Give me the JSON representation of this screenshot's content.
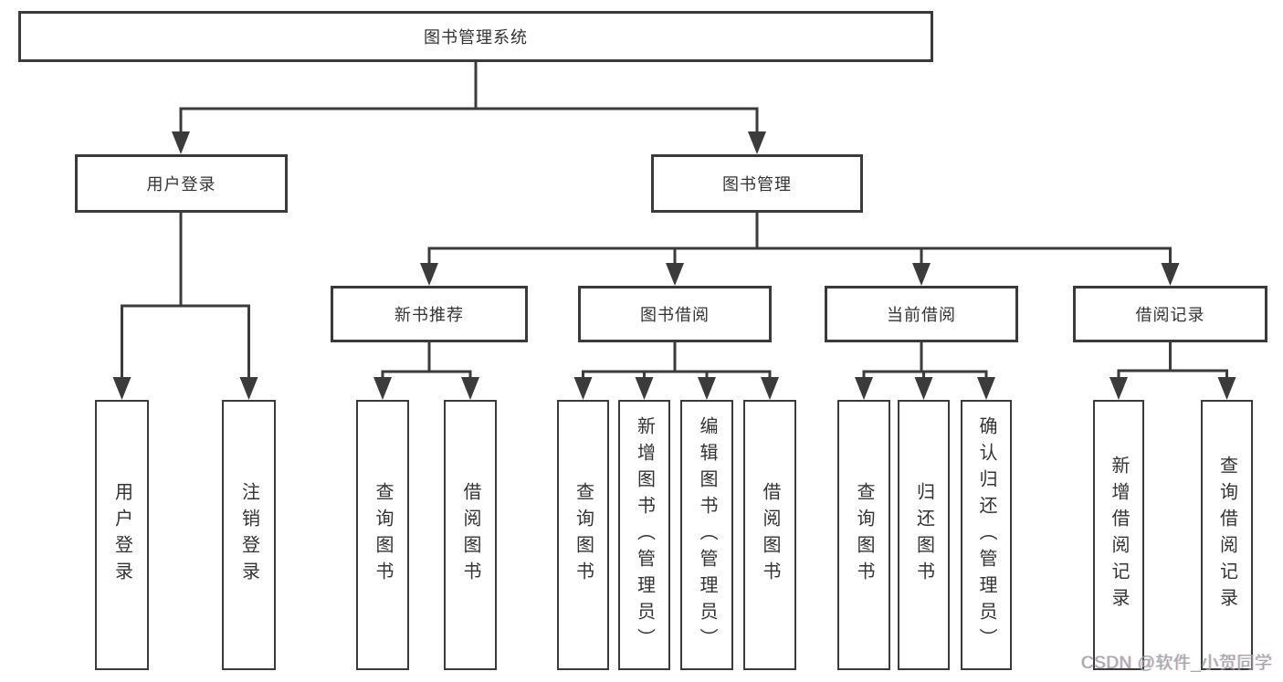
{
  "diagram": {
    "root": {
      "label": "图书管理系统"
    },
    "level2": {
      "user_login": {
        "label": "用户登录"
      },
      "book_mgmt": {
        "label": "图书管理"
      }
    },
    "level3": {
      "new_book_rec": {
        "label": "新书推荐"
      },
      "book_borrow": {
        "label": "图书借阅"
      },
      "current_borrow": {
        "label": "当前借阅"
      },
      "borrow_records": {
        "label": "借阅记录"
      }
    },
    "level4": {
      "login": {
        "label": "用户登录"
      },
      "logout": {
        "label": "注销登录"
      },
      "rec_query_books": {
        "label": "查询图书"
      },
      "rec_borrow_books": {
        "label": "借阅图书"
      },
      "bb_query_books": {
        "label": "查询图书"
      },
      "bb_add_books": {
        "label": "新增图书（管理员）"
      },
      "bb_edit_books": {
        "label": "编辑图书（管理员）"
      },
      "bb_borrow_books": {
        "label": "借阅图书"
      },
      "cb_query_books": {
        "label": "查询图书"
      },
      "cb_return_books": {
        "label": "归还图书"
      },
      "cb_confirm_return": {
        "label": "确认归还（管理员）"
      },
      "br_add_record": {
        "label": "新增借阅记录"
      },
      "br_query_record": {
        "label": "查询借阅记录"
      }
    },
    "hierarchy": [
      {
        "parent": "图书管理系统",
        "children": [
          "用户登录",
          "图书管理"
        ]
      },
      {
        "parent": "用户登录",
        "children": [
          "用户登录",
          "注销登录"
        ]
      },
      {
        "parent": "图书管理",
        "children": [
          "新书推荐",
          "图书借阅",
          "当前借阅",
          "借阅记录"
        ]
      },
      {
        "parent": "新书推荐",
        "children": [
          "查询图书",
          "借阅图书"
        ]
      },
      {
        "parent": "图书借阅",
        "children": [
          "查询图书",
          "新增图书（管理员）",
          "编辑图书（管理员）",
          "借阅图书"
        ]
      },
      {
        "parent": "当前借阅",
        "children": [
          "查询图书",
          "归还图书",
          "确认归还（管理员）"
        ]
      },
      {
        "parent": "借阅记录",
        "children": [
          "新增借阅记录",
          "查询借阅记录"
        ]
      }
    ],
    "watermark": "CSDN @软件_小贺同学",
    "colors": {
      "line": "#3b3b3b",
      "text": "#333333",
      "background": "#ffffff",
      "watermark": "#9b9b9d"
    }
  }
}
